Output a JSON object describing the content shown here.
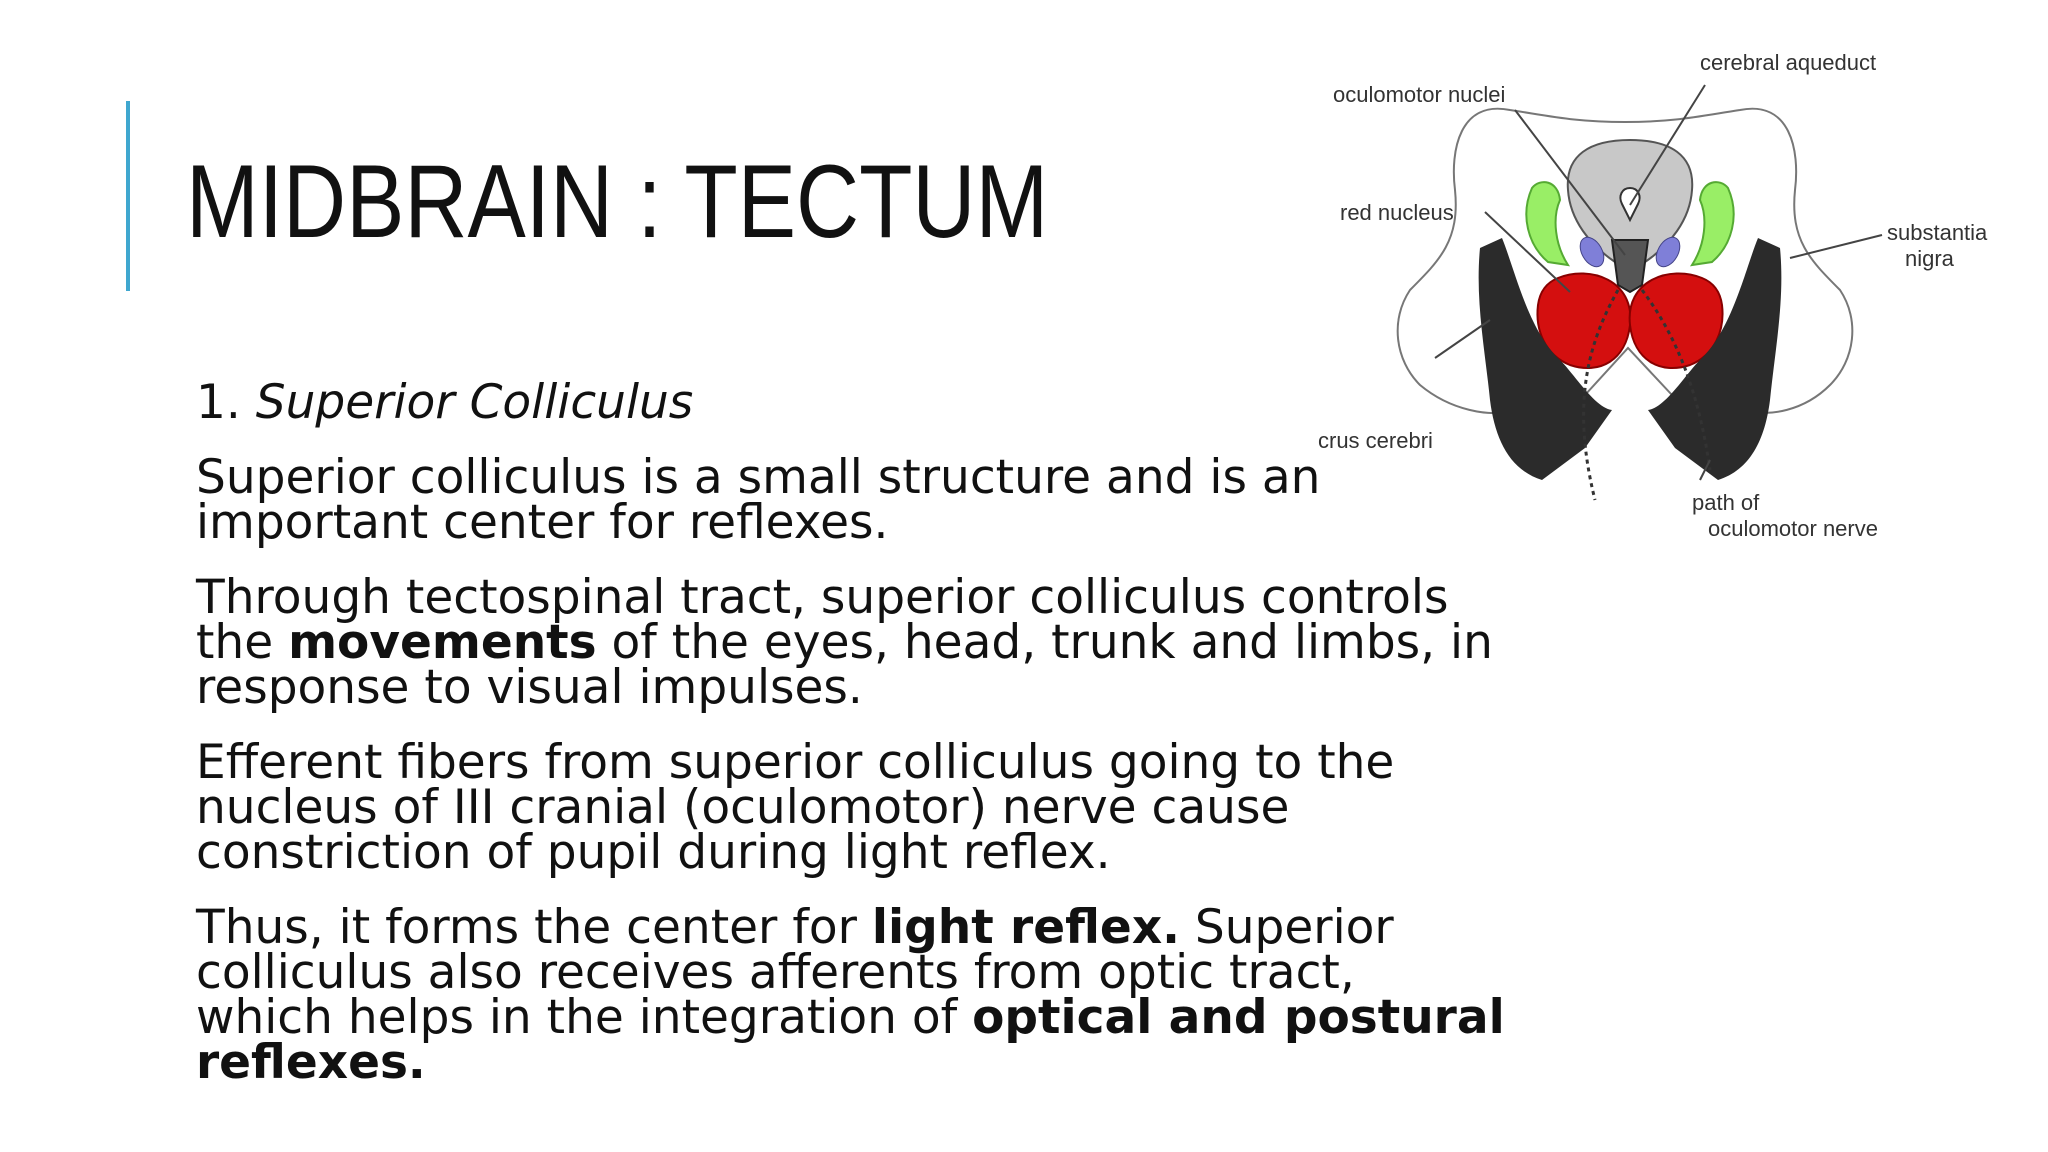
{
  "title": "MIDBRAIN : TECTUM",
  "heading": {
    "number": "1.",
    "text": "Superior Colliculus"
  },
  "paragraphs": [
    {
      "lines": [
        [
          {
            "t": "Superior colliculus is a small structure and is an",
            "b": false
          }
        ],
        [
          {
            "t": "important center for reflexes.",
            "b": false
          }
        ]
      ]
    },
    {
      "lines": [
        [
          {
            "t": "Through tectospinal tract, superior colliculus controls",
            "b": false
          }
        ],
        [
          {
            "t": "the ",
            "b": false
          },
          {
            "t": "movements",
            "b": true
          },
          {
            "t": " of the eyes, head, trunk and limbs, in",
            "b": false
          }
        ],
        [
          {
            "t": "response to visual impulses.",
            "b": false
          }
        ]
      ]
    },
    {
      "lines": [
        [
          {
            "t": "Efferent fibers from superior colliculus going to the",
            "b": false
          }
        ],
        [
          {
            "t": "nucleus of III cranial (oculomotor) nerve cause",
            "b": false
          }
        ],
        [
          {
            "t": "constriction of pupil during light reflex.",
            "b": false
          }
        ]
      ]
    },
    {
      "lines": [
        [
          {
            "t": "Thus, it forms the center for ",
            "b": false
          },
          {
            "t": "light reflex.",
            "b": true
          },
          {
            "t": " Superior",
            "b": false
          }
        ],
        [
          {
            "t": "colliculus also receives afferents from optic tract,",
            "b": false
          }
        ],
        [
          {
            "t": "which helps in the integration of ",
            "b": false
          },
          {
            "t": "optical and postural",
            "b": true
          }
        ],
        [
          {
            "t": "reflexes.",
            "b": true
          }
        ]
      ]
    }
  ],
  "diagram": {
    "labels": {
      "cerebral_aqueduct": "cerebral aqueduct",
      "oculomotor_nuclei": "oculomotor nuclei",
      "red_nucleus": "red nucleus",
      "substantia_nigra_1": "substantia",
      "substantia_nigra_2": "nigra",
      "crus_cerebri": "crus cerebri",
      "path_1": "path of",
      "path_2": "oculomotor nerve"
    },
    "colors": {
      "red_nucleus": "#d40f0f",
      "substantia_nigra": "#99ee66",
      "crus_cerebri": "#2b2b2b",
      "oculomotor_nuclei": "#7f7fd8",
      "periaqueductal": "#c8c8c8",
      "accent": "#3fa7cf"
    }
  }
}
